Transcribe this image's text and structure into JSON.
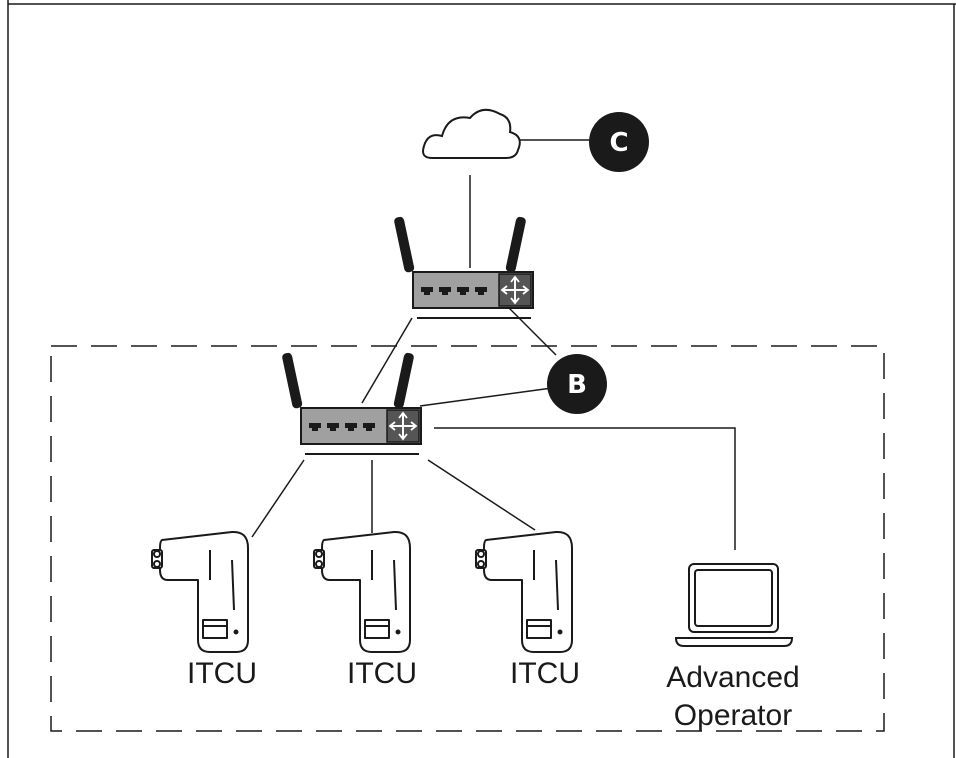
{
  "diagram": {
    "callouts": {
      "c": "C",
      "b": "B"
    },
    "devices": {
      "itcu_1": "ITCU",
      "itcu_2": "ITCU",
      "itcu_3": "ITCU",
      "operator_line1": "Advanced",
      "operator_line2": "Operator"
    },
    "icons": [
      "cloud-icon",
      "router-icon",
      "controller-unit-icon",
      "laptop-icon"
    ],
    "colors": {
      "line": "#1a1a1a",
      "router_body": "#a0a0a0",
      "router_panel": "#555555",
      "badge": "#1a1a1a"
    }
  }
}
